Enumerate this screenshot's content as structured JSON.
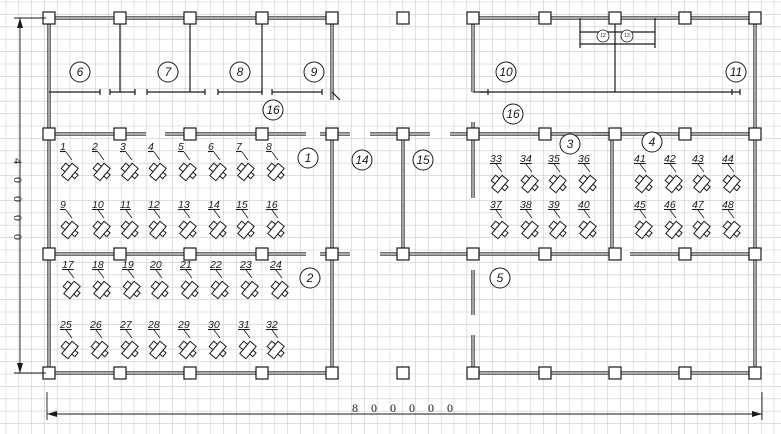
{
  "dimensions": {
    "width_label": "8 0 0 0 0 0",
    "height_label": "4 0 0 0 0"
  },
  "zones": [
    {
      "label": "1"
    },
    {
      "label": "2"
    },
    {
      "label": "3"
    },
    {
      "label": "4"
    },
    {
      "label": "5"
    },
    {
      "label": "6"
    },
    {
      "label": "7"
    },
    {
      "label": "8"
    },
    {
      "label": "9"
    },
    {
      "label": "10"
    },
    {
      "label": "11"
    },
    {
      "label": "14"
    },
    {
      "label": "15"
    },
    {
      "label": "16"
    },
    {
      "label": "16"
    }
  ],
  "small_markers": [
    {
      "label": "12"
    },
    {
      "label": "13"
    }
  ],
  "workstations": [
    "1",
    "2",
    "3",
    "4",
    "5",
    "6",
    "7",
    "8",
    "9",
    "10",
    "11",
    "12",
    "13",
    "14",
    "15",
    "16",
    "17",
    "18",
    "19",
    "20",
    "21",
    "22",
    "23",
    "24",
    "25",
    "26",
    "27",
    "28",
    "29",
    "30",
    "31",
    "32",
    "33",
    "34",
    "35",
    "36",
    "41",
    "42",
    "43",
    "44",
    "37",
    "38",
    "39",
    "40",
    "45",
    "46",
    "47",
    "48"
  ]
}
